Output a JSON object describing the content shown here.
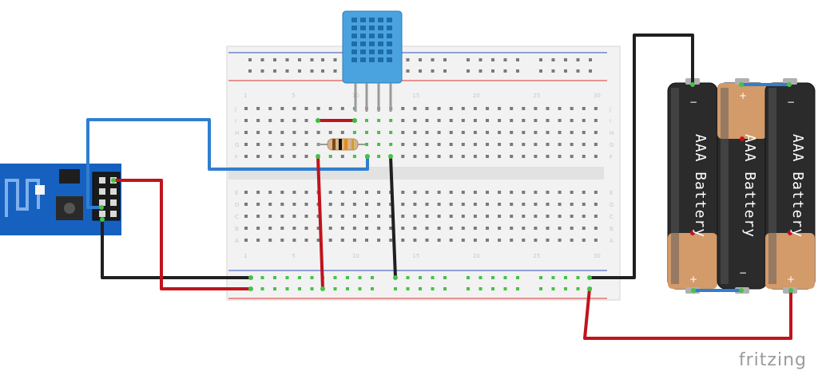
{
  "breadboard": {
    "column_numbers": [
      "1",
      "5",
      "10",
      "15",
      "20",
      "25",
      "30"
    ],
    "row_letters_top": [
      "J",
      "I",
      "H",
      "G",
      "F"
    ],
    "row_letters_bottom": [
      "E",
      "D",
      "C",
      "B",
      "A"
    ]
  },
  "batteries": [
    {
      "label": "AAA Battery",
      "minus": "−",
      "plus": "+",
      "orientation": "minus-top"
    },
    {
      "label": "AAA Battery",
      "minus": "−",
      "plus": "+",
      "orientation": "plus-top"
    },
    {
      "label": "AAA Battery",
      "minus": "−",
      "plus": "+",
      "orientation": "minus-top"
    }
  ],
  "logo": "fritzing",
  "colors": {
    "wire_red": "#c0141c",
    "wire_black": "#202020",
    "wire_blue": "#2f7fd0",
    "esp_board": "#1660c0",
    "dht_body": "#4aa3df",
    "battery_black": "#2b2b2b",
    "battery_copper": "#d39a6a"
  }
}
